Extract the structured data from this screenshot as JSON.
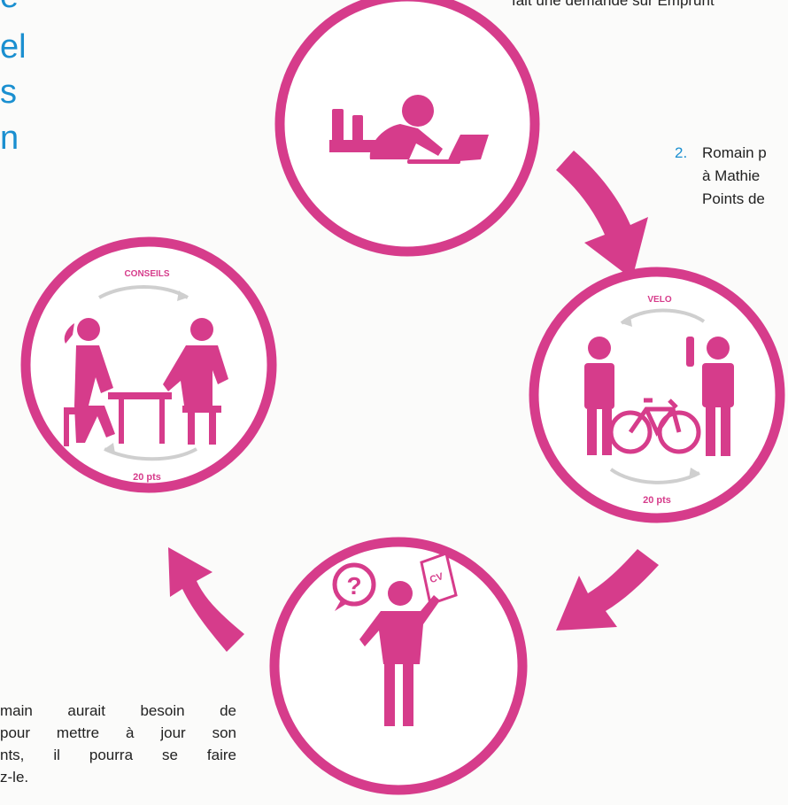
{
  "heading_fragments": [
    "e",
    "el",
    "s",
    "n"
  ],
  "top_note": "fait une demande sur Emprunt",
  "step2": {
    "number": "2.",
    "lines": [
      "Romain p",
      "à Mathie",
      "Points de"
    ]
  },
  "bottom_paragraph": [
    "main aurait besoin de",
    "pour mettre à jour son",
    "nts, il pourra se faire",
    "z-le."
  ],
  "diagram": {
    "accent_color": "#d63c8b",
    "arrow_color": "#cfcfcf",
    "circles": [
      {
        "id": "top",
        "icons": [
          "person-lying-laptop-icon"
        ]
      },
      {
        "id": "right",
        "label_top": "VELO",
        "label_bottom": "20 pts",
        "icons": [
          "person-icon",
          "bicycle-icon",
          "person-waving-icon"
        ]
      },
      {
        "id": "bottom",
        "icons": [
          "question-bubble-icon",
          "cv-document-icon",
          "person-icon"
        ]
      },
      {
        "id": "left",
        "label_top": "CONSEILS",
        "label_bottom": "20 pts",
        "icons": [
          "person-ponytail-seated-icon",
          "table-icon",
          "person-seated-icon"
        ]
      }
    ],
    "cv_text": "CV",
    "question_mark": "?"
  }
}
